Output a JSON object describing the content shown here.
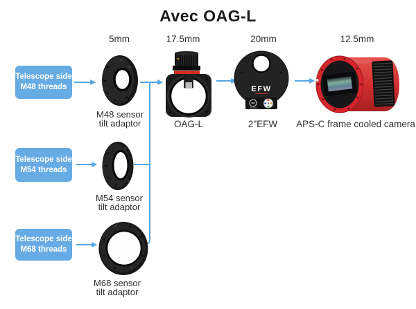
{
  "title": "Avec OAG-L",
  "measurements": {
    "tilt_adaptor": "5mm",
    "oag": "17.5mm",
    "efw": "20mm",
    "camera": "12.5mm"
  },
  "rows": [
    {
      "box": [
        "Telescope side",
        "M48 threads"
      ],
      "adaptor": [
        "M48 sensor",
        "tilt adaptor"
      ]
    },
    {
      "box": [
        "Telescope side",
        "M54 threads"
      ],
      "adaptor": [
        "M54 sensor",
        "tilt adaptor"
      ]
    },
    {
      "box": [
        "Telescope side",
        "M68 threads"
      ],
      "adaptor": [
        "M68 sensor",
        "tilt adaptor"
      ]
    }
  ],
  "components": {
    "oag": "OAG-L",
    "efw": "2\"EFW",
    "efw_face": "EFW",
    "camera": "APS-C frame cooled camera"
  },
  "colors": {
    "box_blue": "#66ABE3",
    "arrow_blue": "#55A7E8",
    "text_dark": "#2E2E2E",
    "camera_red": "#D6262C"
  }
}
